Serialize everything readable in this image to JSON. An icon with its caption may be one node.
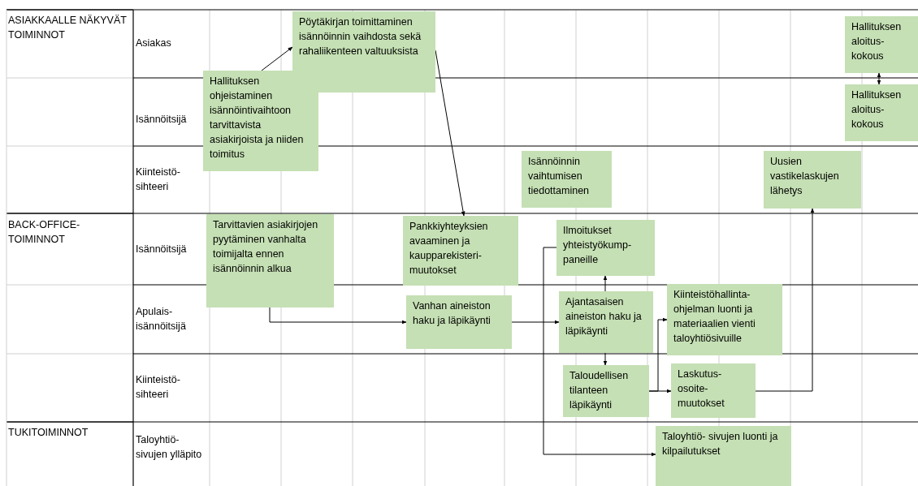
{
  "diagram": {
    "nodes": [
      {
        "text": [
          "Pöytäkirjan toimittaminen isännöinnin vaihdosta sekä rahaliikenteen valtuuksista"
        ]
      },
      {
        "text": [
          "Hallituksen ohjeistaminen isännöintivaihtoon tarvittavista asiakirjoista ja niiden toimitus"
        ]
      },
      {
        "text": [
          "Hallituksen aloitus- kokous"
        ]
      },
      {
        "text": [
          "Hallituksen aloitus- kokous"
        ]
      },
      {
        "text": [
          "Isännöinnin vaihtumisen tiedottaminen"
        ]
      },
      {
        "text": [
          "Uusien vastikelaskujen lähetys"
        ]
      },
      {
        "text": [
          "Tarvittavien asiakirjojen pyytäminen vanhalta toimijalta ennen isännöinnin alkua"
        ]
      },
      {
        "text": [
          "Pankkiyhteyksien avaaminen ja kaupparekisteri- muutokset"
        ]
      },
      {
        "text": [
          "Ilmoitukset yhteistyökump- paneille"
        ]
      },
      {
        "text": [
          "Vanhan aineiston haku ja läpikäynti"
        ]
      },
      {
        "text": [
          "Ajantasaisen aineiston haku ja läpikäynti"
        ]
      },
      {
        "text": [
          "Kiinteistöhallinta- ohjelman luonti ja materiaalien vienti taloyhtiösivuille"
        ]
      },
      {
        "text": [
          "Taloudellisen tilanteen läpikäynti"
        ]
      },
      {
        "text": [
          "Laskutus- osoite- muutokset"
        ]
      },
      {
        "text": [
          "Taloyhtiö- sivujen luonti ja kilpailutukset"
        ]
      }
    ],
    "edges": [
      {
        "from": 1,
        "to": 0,
        "arrow": "to"
      },
      {
        "from": 0,
        "to": 7,
        "arrow": "to"
      },
      {
        "from": 2,
        "to": 3,
        "arrow": "both"
      },
      {
        "from": 6,
        "to": 9,
        "arrow": "to"
      },
      {
        "from": 9,
        "to": 10,
        "arrow": "to"
      },
      {
        "from": 10,
        "to": 8,
        "arrow": "to"
      },
      {
        "from": 10,
        "to": 12,
        "arrow": "to"
      },
      {
        "from": 12,
        "to": 11,
        "arrow": "to"
      },
      {
        "from": 12,
        "to": 13,
        "arrow": "to"
      },
      {
        "from": 13,
        "to": 5,
        "arrow": "to"
      },
      {
        "from": 8,
        "to": 14,
        "arrow": "to"
      }
    ],
    "labels": [
      "ASIAKKAALLE NÄKYVÄT TOIMINNOT",
      "Asiakas",
      "Isännöitsijä",
      "Kiinteistö- sihteeri",
      "BACK-OFFICE- TOIMINNOT",
      "Isännöitsijä",
      "Apulais- isännöitsijä",
      "Kiinteistö- sihteeri",
      "TUKITOIMINNOT",
      "Taloyhtiö- sivujen ylläpito"
    ]
  }
}
